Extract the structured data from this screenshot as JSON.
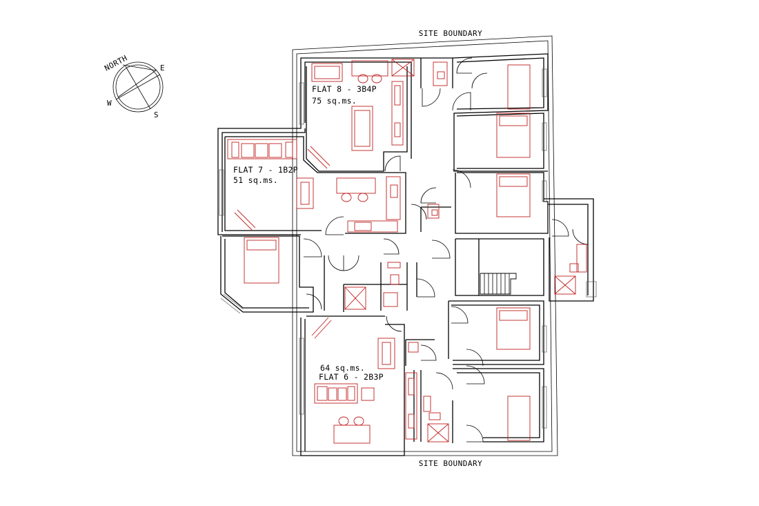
{
  "labels": {
    "site_boundary_top": "SITE BOUNDARY",
    "site_boundary_bottom": "SITE BOUNDARY"
  },
  "compass": {
    "north": "NORTH",
    "east": "E",
    "south": "S",
    "west": "W"
  },
  "flats": [
    {
      "name": "FLAT 8 - 3B4P",
      "area": "75 sq.ms."
    },
    {
      "name": "FLAT 7 - 1B2P",
      "area": "51 sq.ms."
    },
    {
      "name": "FLAT 6 - 2B3P",
      "area": "64 sq.ms."
    }
  ],
  "colors": {
    "walls": "#000000",
    "furniture": "#c0201e"
  }
}
